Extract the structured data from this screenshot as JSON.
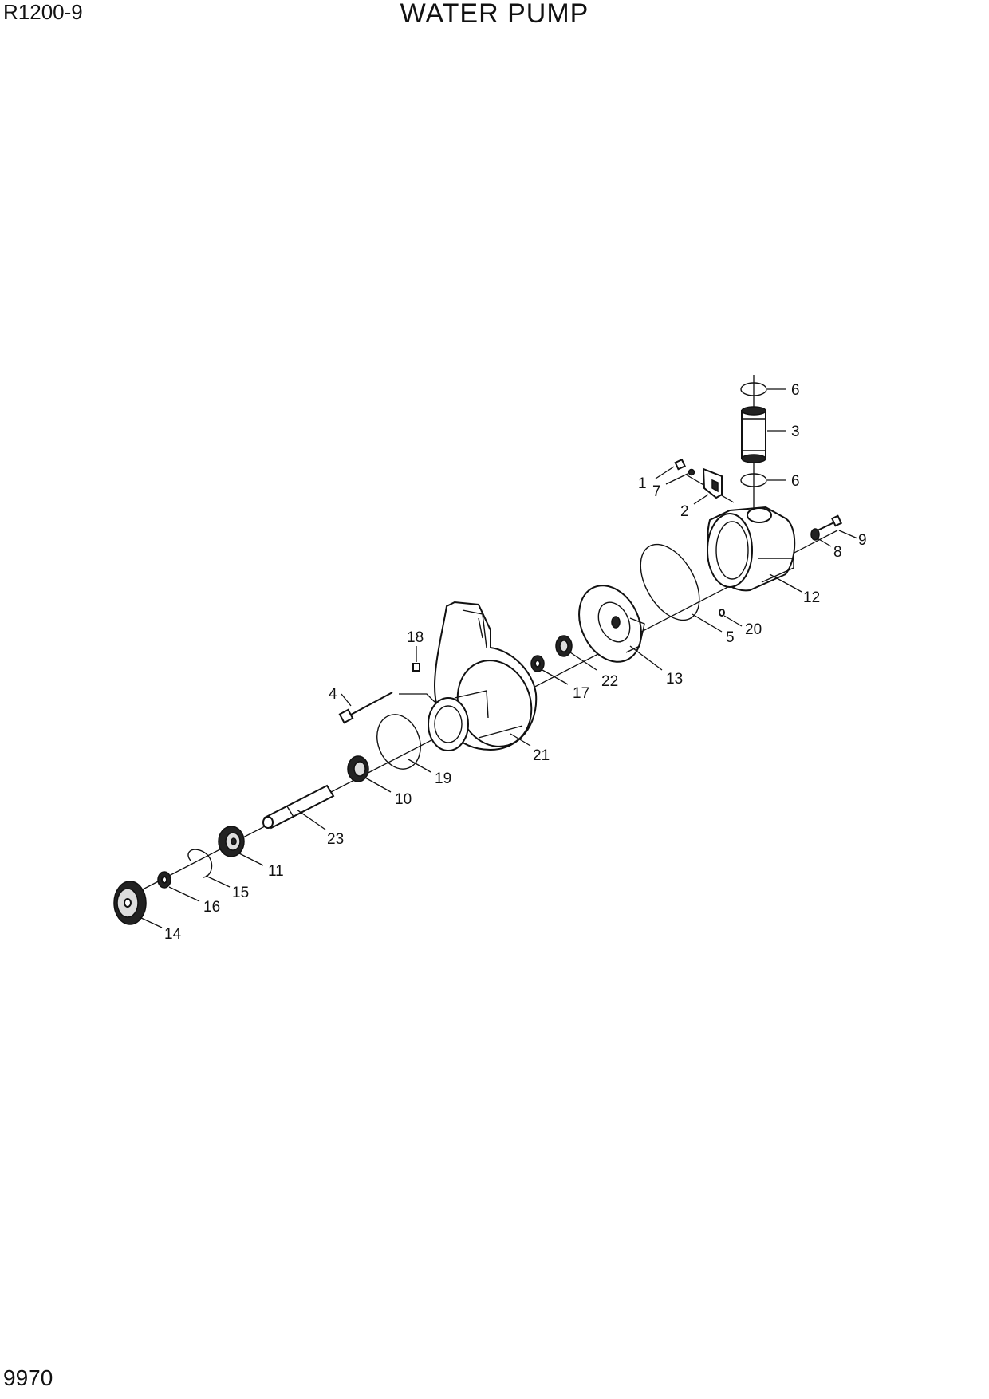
{
  "header": {
    "model": "R1200-9",
    "title": "WATER PUMP"
  },
  "footer": {
    "page_number": "9970"
  },
  "callouts": {
    "c1": "1",
    "c2": "2",
    "c3": "3",
    "c4": "4",
    "c5": "5",
    "c6a": "6",
    "c6b": "6",
    "c7": "7",
    "c8": "8",
    "c9": "9",
    "c10": "10",
    "c11": "11",
    "c12": "12",
    "c13": "13",
    "c14": "14",
    "c15": "15",
    "c16": "16",
    "c17": "17",
    "c18": "18",
    "c19": "19",
    "c20": "20",
    "c21": "21",
    "c22": "22",
    "c23": "23"
  }
}
